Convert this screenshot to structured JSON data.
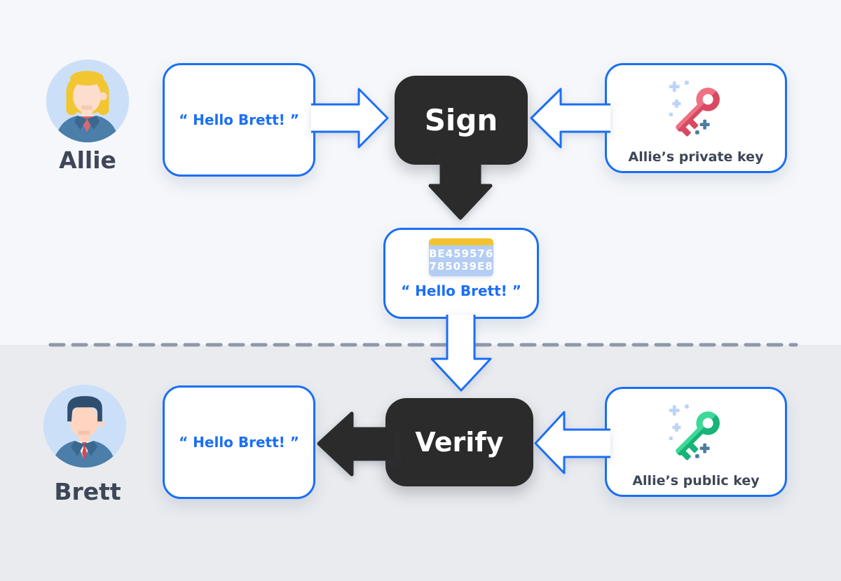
{
  "colors": {
    "accent_blue": "#1b6ef5",
    "action_box_dark": "#2b2b2b",
    "label_slate": "#3e4657",
    "top_background": "#f5f7fa",
    "bottom_background": "#e9ebef",
    "private_key_red": "#d84a61",
    "public_key_green": "#17b377",
    "hash_badge_yellow": "#f2c32f",
    "hash_badge_blue": "#b4cdf4"
  },
  "top": {
    "actor_name": "Allie",
    "message_text": "“ Hello Brett! ”",
    "action_label": "Sign",
    "key_caption": "Allie’s private key",
    "key_icon": "red-private-key-icon"
  },
  "signed_message": {
    "hash_line1": "BE459576",
    "hash_line2": "785039E8",
    "message_text": "“ Hello Brett! ”"
  },
  "bottom": {
    "actor_name": "Brett",
    "message_text": "“ Hello Brett! ”",
    "action_label": "Verify",
    "key_caption": "Allie’s public key",
    "key_icon": "green-public-key-icon"
  }
}
